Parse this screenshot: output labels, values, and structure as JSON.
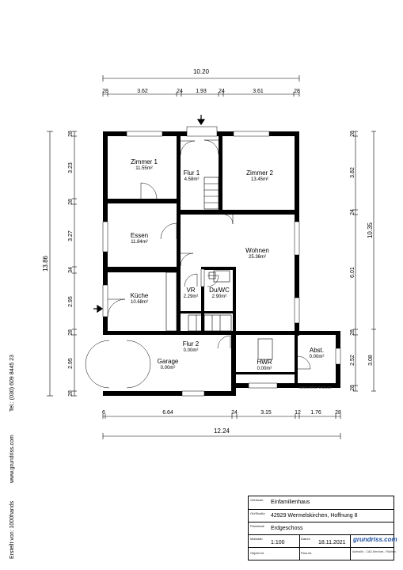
{
  "dimensions": {
    "top_total": "10.20",
    "top_segments": [
      "28",
      "3.62",
      "24",
      "1.93",
      "24",
      "3.61",
      "28"
    ],
    "bottom_segments": [
      "6",
      "6.64",
      "24",
      "3.15",
      "12",
      "1.76",
      "28"
    ],
    "bottom_total": "12.24",
    "left_total": "13.86",
    "left_segments": [
      "28",
      "3.23",
      "28",
      "3.27",
      "34",
      "2.95",
      "28",
      "2.95",
      "28"
    ],
    "right_inner": [
      "28",
      "3.82",
      "24",
      "6.01",
      "28",
      "2.52",
      "28"
    ],
    "right_outer_total": "10.35",
    "right_outer_low": "3.08"
  },
  "rooms": [
    {
      "name": "Zimmer 1",
      "area": "11.55m²"
    },
    {
      "name": "Flur 1",
      "area": "4.58m²"
    },
    {
      "name": "Zimmer 2",
      "area": "13.45m²"
    },
    {
      "name": "Essen",
      "area": "11.84m²"
    },
    {
      "name": "Wohnen",
      "area": "25.36m²"
    },
    {
      "name": "Küche",
      "area": "10.68m²"
    },
    {
      "name": "VR",
      "area": "2.29m²"
    },
    {
      "name": "Du/WC",
      "area": "2.90m²"
    },
    {
      "name": "Flur 2",
      "area": "0.00m²"
    },
    {
      "name": "Garage",
      "area": "0.00m²"
    },
    {
      "name": "HWR",
      "area": "0.00m²"
    },
    {
      "name": "Abst.",
      "area": "0.00m²"
    }
  ],
  "watermark": "www.mmo-teck.de",
  "sidebar": {
    "created_by": "Erstellt von:   1000hands",
    "website": "www.grundriss.com",
    "phone": "Tel.: (030) 609 8445 23"
  },
  "title_block": {
    "gebaeude_label": "Gebäude",
    "gebaeude": "Einfamilienhaus",
    "ort_label": "Ort/Straße",
    "ort": "42929 Wermelskirchen, Hoffnung 8",
    "plan_label": "Planinhalt",
    "plan": "Erdgeschoss",
    "massstab_label": "Maßstab",
    "massstab": "1:100",
    "datum_label": "Datum",
    "datum": "18.11.2021",
    "objekt_label": "Objekt-Nr.",
    "plan_nr_label": "Plan-Nr.",
    "logo": "grundriss.com",
    "logo_sub": "Aufmaße - CAD-Services - Flächen"
  }
}
